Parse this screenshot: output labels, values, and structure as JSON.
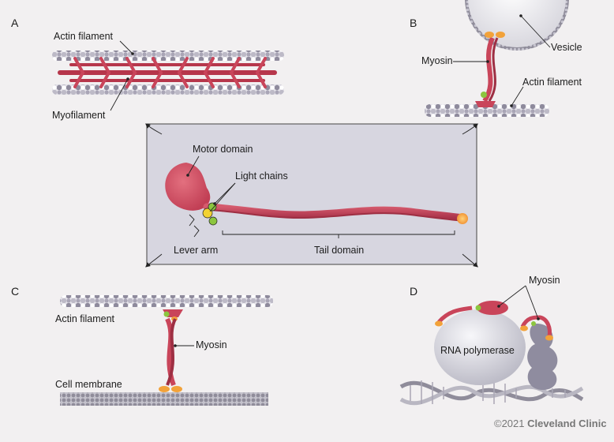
{
  "panels": {
    "a": {
      "letter": "A",
      "actin_label": "Actin filament",
      "myofilament_label": "Myofilament"
    },
    "b": {
      "letter": "B",
      "vesicle_label": "Vesicle",
      "myosin_label": "Myosin",
      "actin_label": "Actin filament"
    },
    "center": {
      "motor_label": "Motor domain",
      "light_label": "Light chains",
      "lever_label": "Lever arm",
      "tail_label": "Tail domain"
    },
    "c": {
      "letter": "C",
      "actin_label": "Actin filament",
      "myosin_label": "Myosin",
      "membrane_label": "Cell membrane"
    },
    "d": {
      "letter": "D",
      "myosin_label": "Myosin",
      "rna_label": "RNA polymerase"
    }
  },
  "credit": {
    "year": "©2021",
    "brand": "Cleveland Clinic"
  },
  "colors": {
    "myosin": "#c9455a",
    "myosin_dark": "#9e2f43",
    "orange": "#f2a23a",
    "light_green": "#8cc63f",
    "light_yellow": "#f2d233",
    "actin": "#8e8a9c",
    "actin_light": "#d8d6de",
    "center_box": "#d7d6e0"
  }
}
